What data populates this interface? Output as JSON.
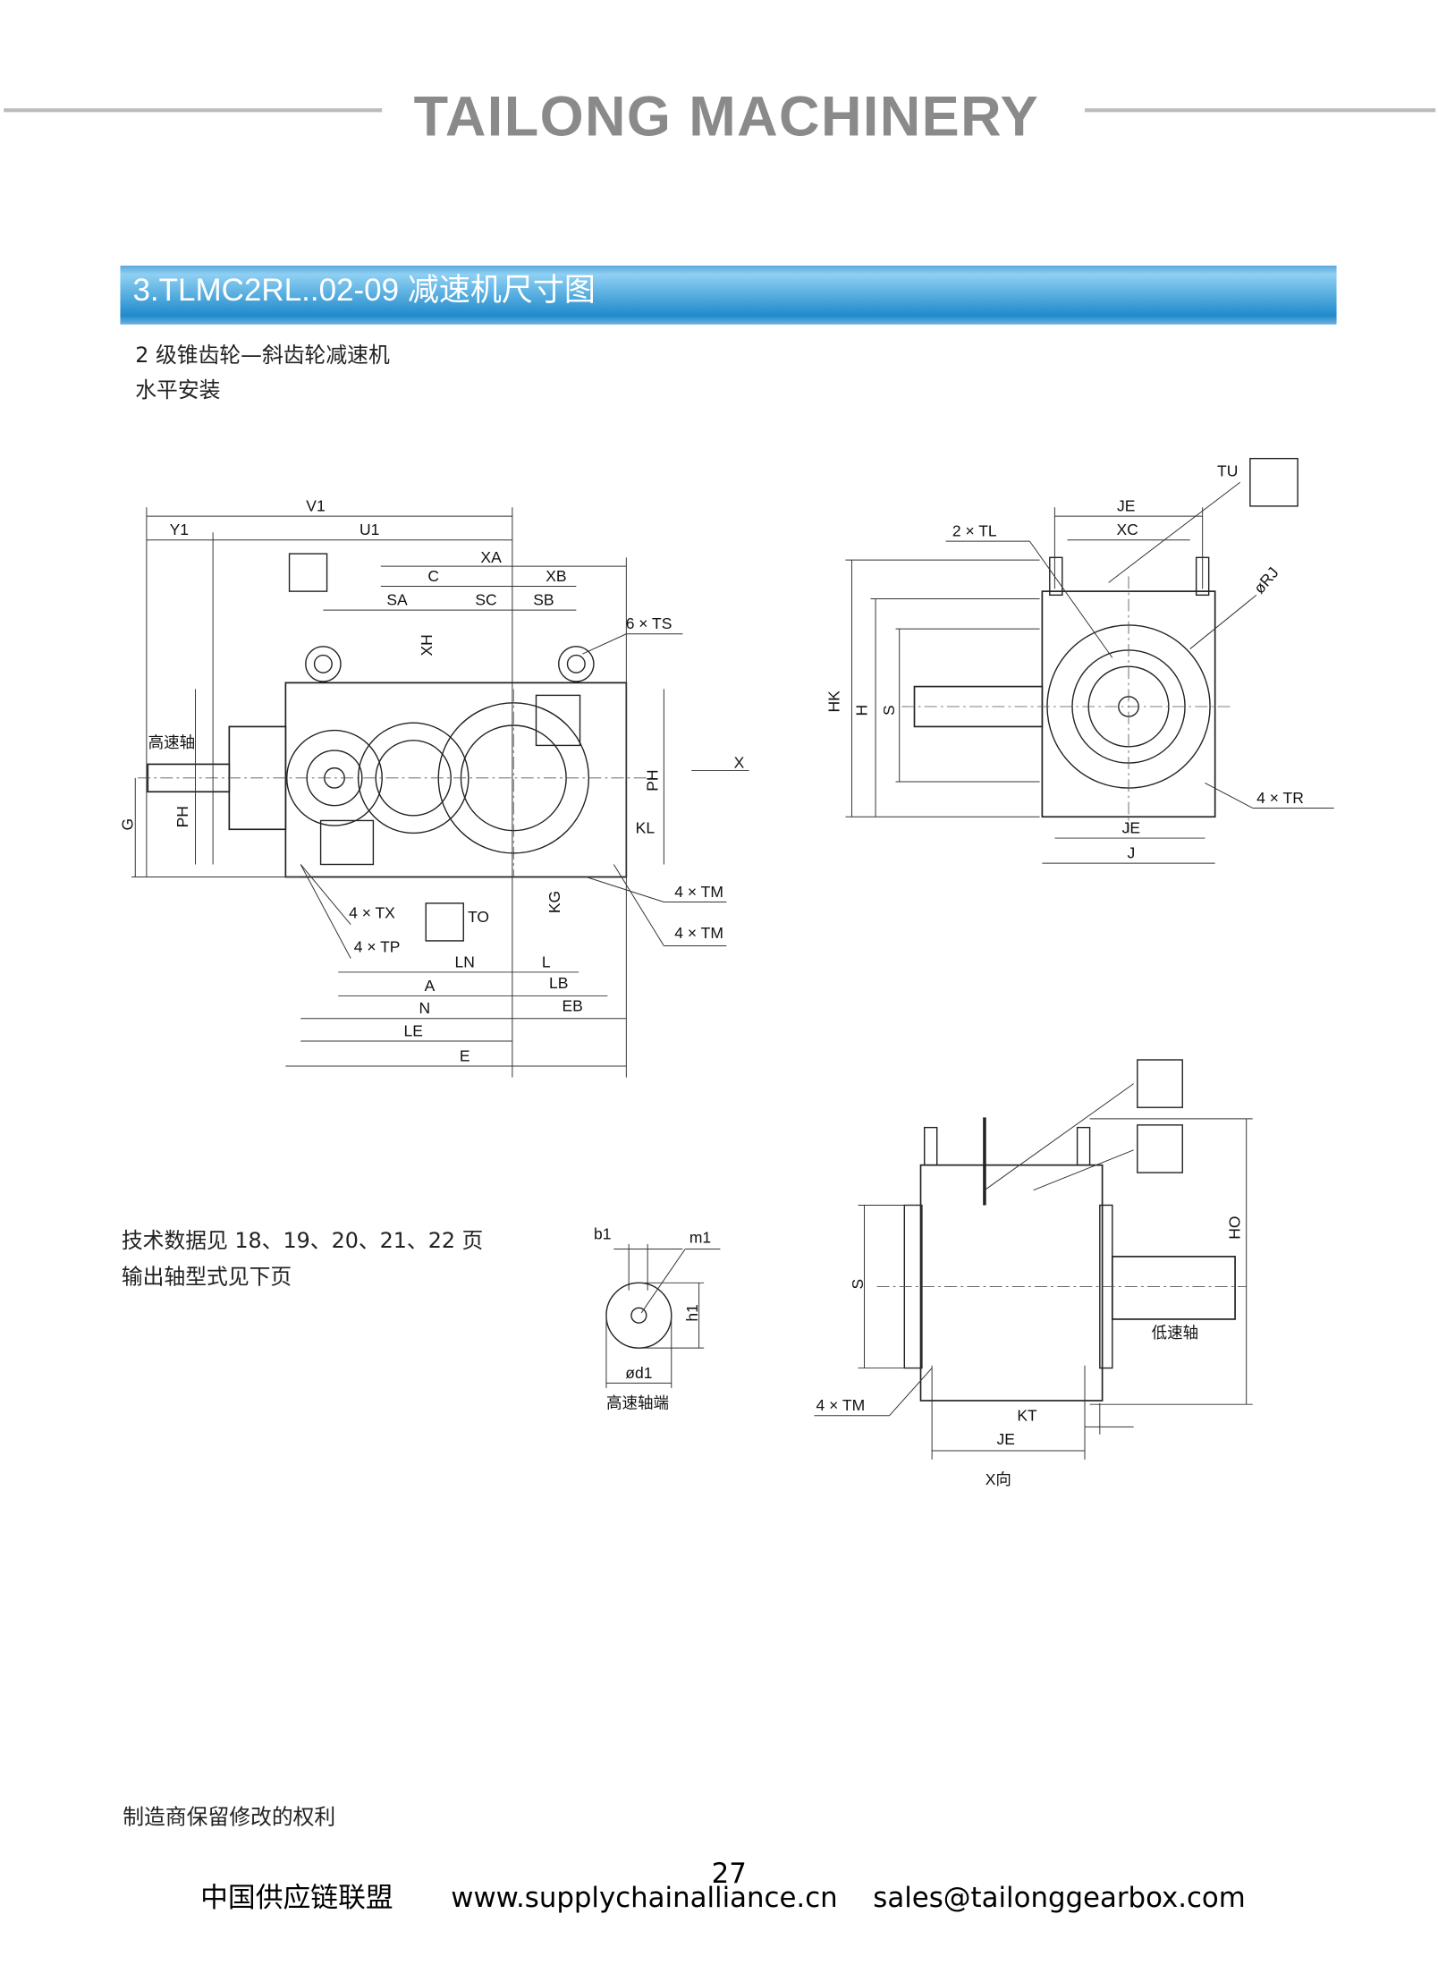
{
  "header": {
    "brand": "TAILONG MACHINERY"
  },
  "section": {
    "title": "3.TLMC2RL..02-09 减速机尺寸图",
    "line1": "2 级锥齿轮—斜齿轮减速机",
    "line2": "水平安装"
  },
  "front_view": {
    "V1": "V1",
    "Y1": "Y1",
    "U1": "U1",
    "XA": "XA",
    "C": "C",
    "XB": "XB",
    "SA": "SA",
    "SC": "SC",
    "SB": "SB",
    "XH": "XH",
    "TS": "6 × TS",
    "hs_shaft": "高速轴",
    "X": "X",
    "PH": "PH",
    "G": "G",
    "PH2": "PH",
    "KL": "KL",
    "TM1": "4 × TM",
    "TM2": "4 × TM",
    "TX": "4 × TX",
    "TO": "TO",
    "KG": "KG",
    "TP": "4 × TP",
    "LN": "LN",
    "L": "L",
    "A": "A",
    "LB": "LB",
    "N": "N",
    "EB": "EB",
    "LE": "LE",
    "E": "E"
  },
  "side_view": {
    "TU": "TU",
    "JE": "JE",
    "XC": "XC",
    "TL": "2 × TL",
    "RJ": "øRJ",
    "HK": "HK",
    "H": "H",
    "S": "S",
    "TR": "4 × TR",
    "JE2": "JE",
    "J": "J"
  },
  "bottom_view": {
    "S": "S",
    "HO": "HO",
    "ls_shaft": "低速轴",
    "TM": "4 × TM",
    "KT": "KT",
    "JE": "JE",
    "caption": "X向"
  },
  "shaft_end": {
    "b1": "b1",
    "m1": "m1",
    "h1": "h1",
    "d1": "ød1",
    "caption": "高速轴端"
  },
  "notes": {
    "tech": "技术数据见 18、19、20、21、22 页",
    "shaft": "输出轴型式见下页"
  },
  "footer": {
    "rights": "制造商保留修改的权利",
    "page": "27",
    "alliance": "中国供应链联盟",
    "website": "www.supplychainalliance.cn",
    "email": "sales@tailonggearbox.com"
  },
  "colors": {
    "banner_top": "#8fd0f3",
    "banner_bottom": "#1a86c9",
    "brand": "#8a8a8a"
  }
}
